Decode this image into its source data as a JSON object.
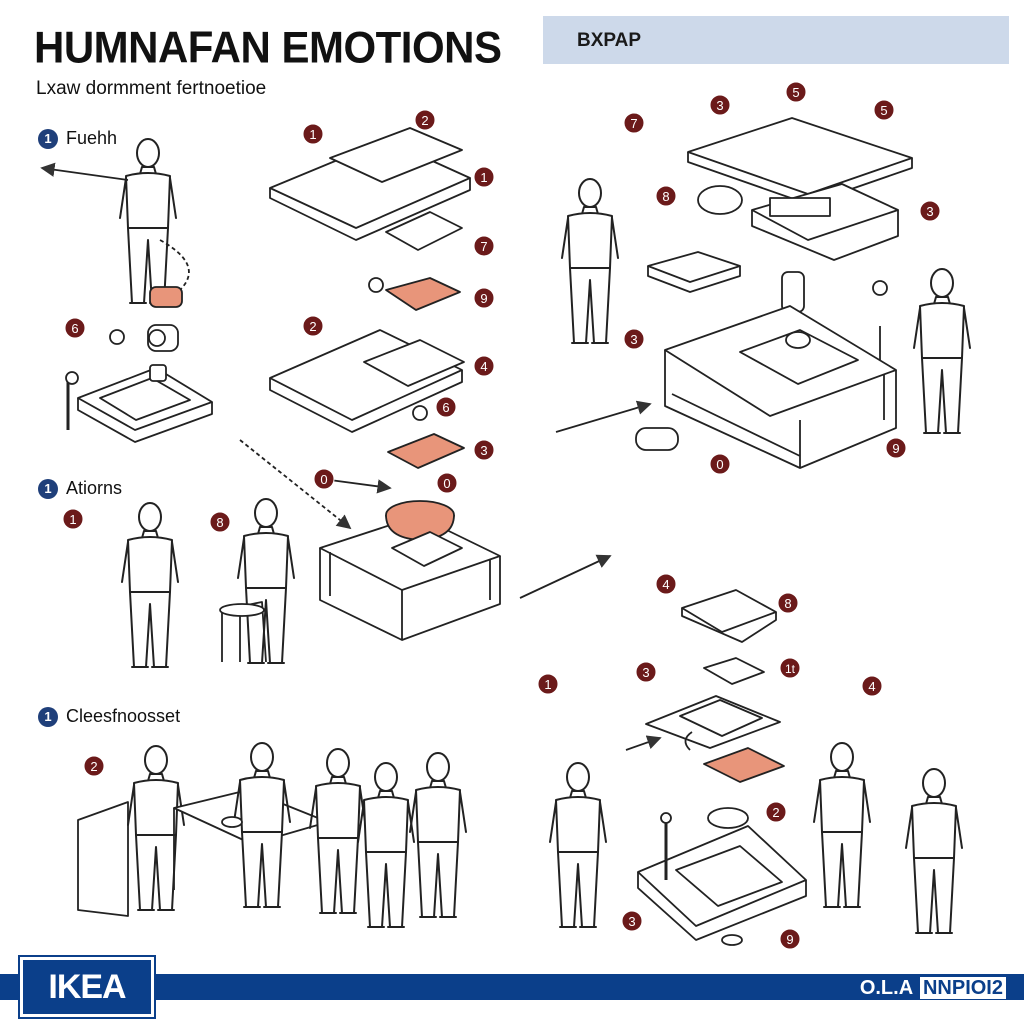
{
  "header": {
    "title": "HUMNAFAN EMOTIONS",
    "subtitle": "Lxaw dormment fertnoetioe",
    "banner": "BXPAP"
  },
  "sections": [
    {
      "number": "1",
      "label": "Fuehh"
    },
    {
      "number": "1",
      "label": "Atiorns"
    },
    {
      "number": "1",
      "label": "Cleesfnoosset"
    }
  ],
  "callouts": [
    "1",
    "2",
    "1",
    "7",
    "9",
    "6",
    "2",
    "4",
    "6",
    "3",
    "0",
    "0",
    "1",
    "8",
    "5",
    "7",
    "3",
    "5",
    "3",
    "8",
    "3",
    "2",
    "0",
    "9",
    "4",
    "8",
    "3",
    "1t",
    "1",
    "4",
    "2",
    "3",
    "9"
  ],
  "footer": {
    "logo": "IKEA",
    "code_prefix": "O.L.A",
    "code_suffix": "NNPIOI2"
  },
  "colors": {
    "brand_blue": "#0b3f8a",
    "banner_fill": "#cdd9ea",
    "callout_fill": "#6b1a1a",
    "part_highlight": "#e8957a"
  }
}
